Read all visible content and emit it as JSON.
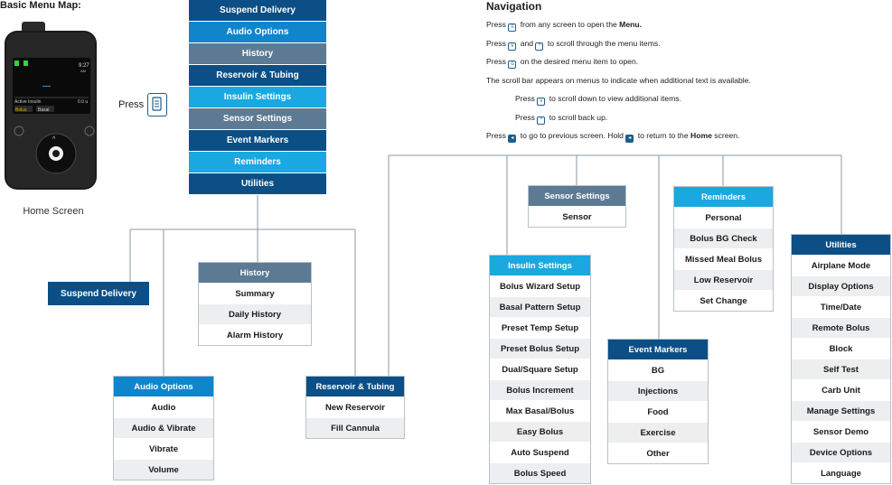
{
  "title": "Basic Menu Map:",
  "pump": {
    "caption": "Home Screen",
    "screen_time": "9:27",
    "screen_ampm": "AM",
    "active_insulin_label": "Active Insulin",
    "active_insulin_value": "0.0 u",
    "bolus_tab": "Bolus",
    "basal_tab": "Basal",
    "trend": "---"
  },
  "press_label": "Press",
  "colors": {
    "dark_navy": "#0b4f86",
    "mid_blue": "#1085cc",
    "light_blue": "#19a8e0",
    "slate": "#5c7a93",
    "line": "#8a98a4"
  },
  "main_menu": [
    {
      "label": "Suspend Delivery",
      "color": "#0b4f86"
    },
    {
      "label": "Audio Options",
      "color": "#1085cc"
    },
    {
      "label": "History",
      "color": "#5c7a93"
    },
    {
      "label": "Reservoir & Tubing",
      "color": "#0b4f86"
    },
    {
      "label": "Insulin Settings",
      "color": "#19a8e0"
    },
    {
      "label": "Sensor Settings",
      "color": "#5c7a93"
    },
    {
      "label": "Event Markers",
      "color": "#0b4f86"
    },
    {
      "label": "Reminders",
      "color": "#19a8e0"
    },
    {
      "label": "Utilities",
      "color": "#0b4f86"
    }
  ],
  "navigation": {
    "title": "Navigation",
    "lines": [
      {
        "pre": "Press",
        "key": "menu-key",
        "post": "from any screen to open the",
        "bold": "Menu.",
        "tail": "",
        "indent": false
      },
      {
        "pre": "Press",
        "key": "down-key",
        "post": "and",
        "key2": "up-key",
        "post2": "to scroll through the menu items.",
        "indent": false
      },
      {
        "pre": "Press",
        "key": "select-key",
        "post": "on the desired menu item to open.",
        "indent": false
      },
      {
        "pre": "The scroll bar appears on menus to indicate when additional text is available.",
        "indent": false
      },
      {
        "pre": "Press",
        "key": "down-key",
        "post": "to scroll down to view additional items.",
        "indent": true
      },
      {
        "pre": "Press",
        "key": "up-key",
        "post": "to scroll back up.",
        "indent": true
      },
      {
        "pre": "Press",
        "key": "back-key",
        "post": "to go to previous screen. Hold",
        "key2": "back-key",
        "post2": "to return to the",
        "bold": "Home",
        "tail": "screen.",
        "indent": false
      }
    ]
  },
  "submenus": {
    "suspend": {
      "label": "Suspend Delivery"
    },
    "audio": {
      "header": "Audio Options",
      "items": [
        "Audio",
        "Audio & Vibrate",
        "Vibrate",
        "Volume"
      ]
    },
    "history": {
      "header": "History",
      "items": [
        "Summary",
        "Daily History",
        "Alarm History"
      ]
    },
    "reservoir": {
      "header": "Reservoir & Tubing",
      "items": [
        "New Reservoir",
        "Fill Cannula"
      ]
    },
    "insulin": {
      "header": "Insulin Settings",
      "items": [
        "Bolus Wizard Setup",
        "Basal Pattern Setup",
        "Preset Temp Setup",
        "Preset Bolus Setup",
        "Dual/Square Setup",
        "Bolus Increment",
        "Max Basal/Bolus",
        "Easy Bolus",
        "Auto Suspend",
        "Bolus Speed"
      ]
    },
    "sensor": {
      "header": "Sensor Settings",
      "items": [
        "Sensor"
      ]
    },
    "events": {
      "header": "Event Markers",
      "items": [
        "BG",
        "Injections",
        "Food",
        "Exercise",
        "Other"
      ]
    },
    "reminders": {
      "header": "Reminders",
      "items": [
        "Personal",
        "Bolus BG Check",
        "Missed Meal Bolus",
        "Low Reservoir",
        "Set Change"
      ]
    },
    "utilities": {
      "header": "Utilities",
      "items": [
        "Airplane Mode",
        "Display Options",
        "Time/Date",
        "Remote Bolus",
        "Block",
        "Self Test",
        "Carb Unit",
        "Manage Settings",
        "Sensor Demo",
        "Device Options",
        "Language"
      ]
    }
  }
}
